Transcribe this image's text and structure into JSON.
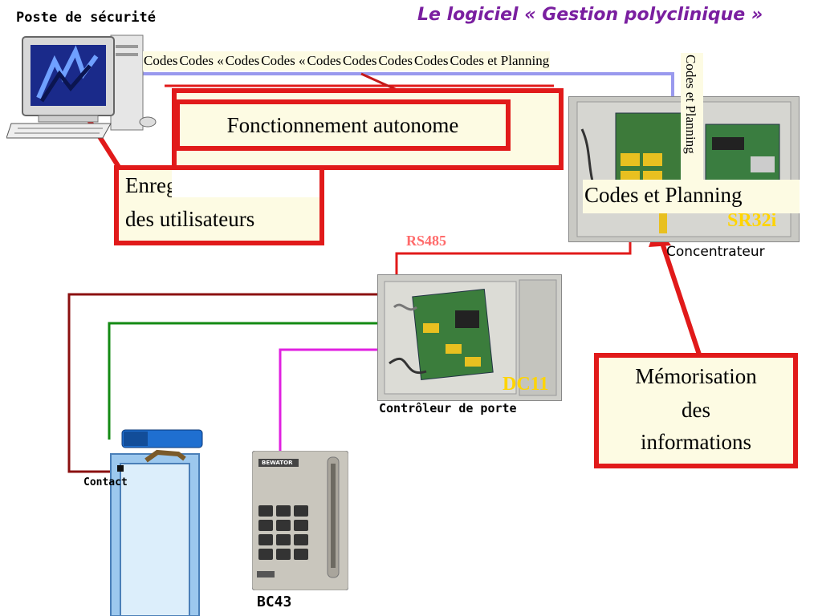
{
  "title": "Le logiciel « Gestion polyclinique »",
  "computer_label": "Poste de sécurité",
  "codes_flow": {
    "items": [
      "Codes",
      "Codes «",
      "Codes",
      "Codes «",
      "Codes",
      "Codes",
      "Codes",
      "Codes",
      "Codes et Planning"
    ],
    "vertical": "Codes et Planning",
    "box": "Codes et Planning"
  },
  "callouts": {
    "autonomous": "Fonctionnement autonome",
    "users_line1": "Enregistrement",
    "users_line2": "des utilisateurs",
    "memory_line1": "Mémorisation",
    "memory_line2": "des",
    "memory_line3": "informations"
  },
  "devices": {
    "concentrator_name": "SR32i",
    "concentrator_label": "Concentrateur",
    "controller_name": "DC11",
    "controller_label": "Contrôleur de porte",
    "keypad_label": "BC43",
    "keypad_brand": "BEWATOR",
    "contact_label": "Contact",
    "bus_label": "RS485"
  },
  "colors": {
    "red": "#e11a1a",
    "dark_red": "#8b1010",
    "green": "#138a13",
    "magenta": "#e020e0",
    "blue_line": "#9999ee",
    "title": "#7a1fa0",
    "callout_bg": "#fdfbe3",
    "device_label": "#ffd400",
    "bus_label": "#ff6b6b"
  }
}
